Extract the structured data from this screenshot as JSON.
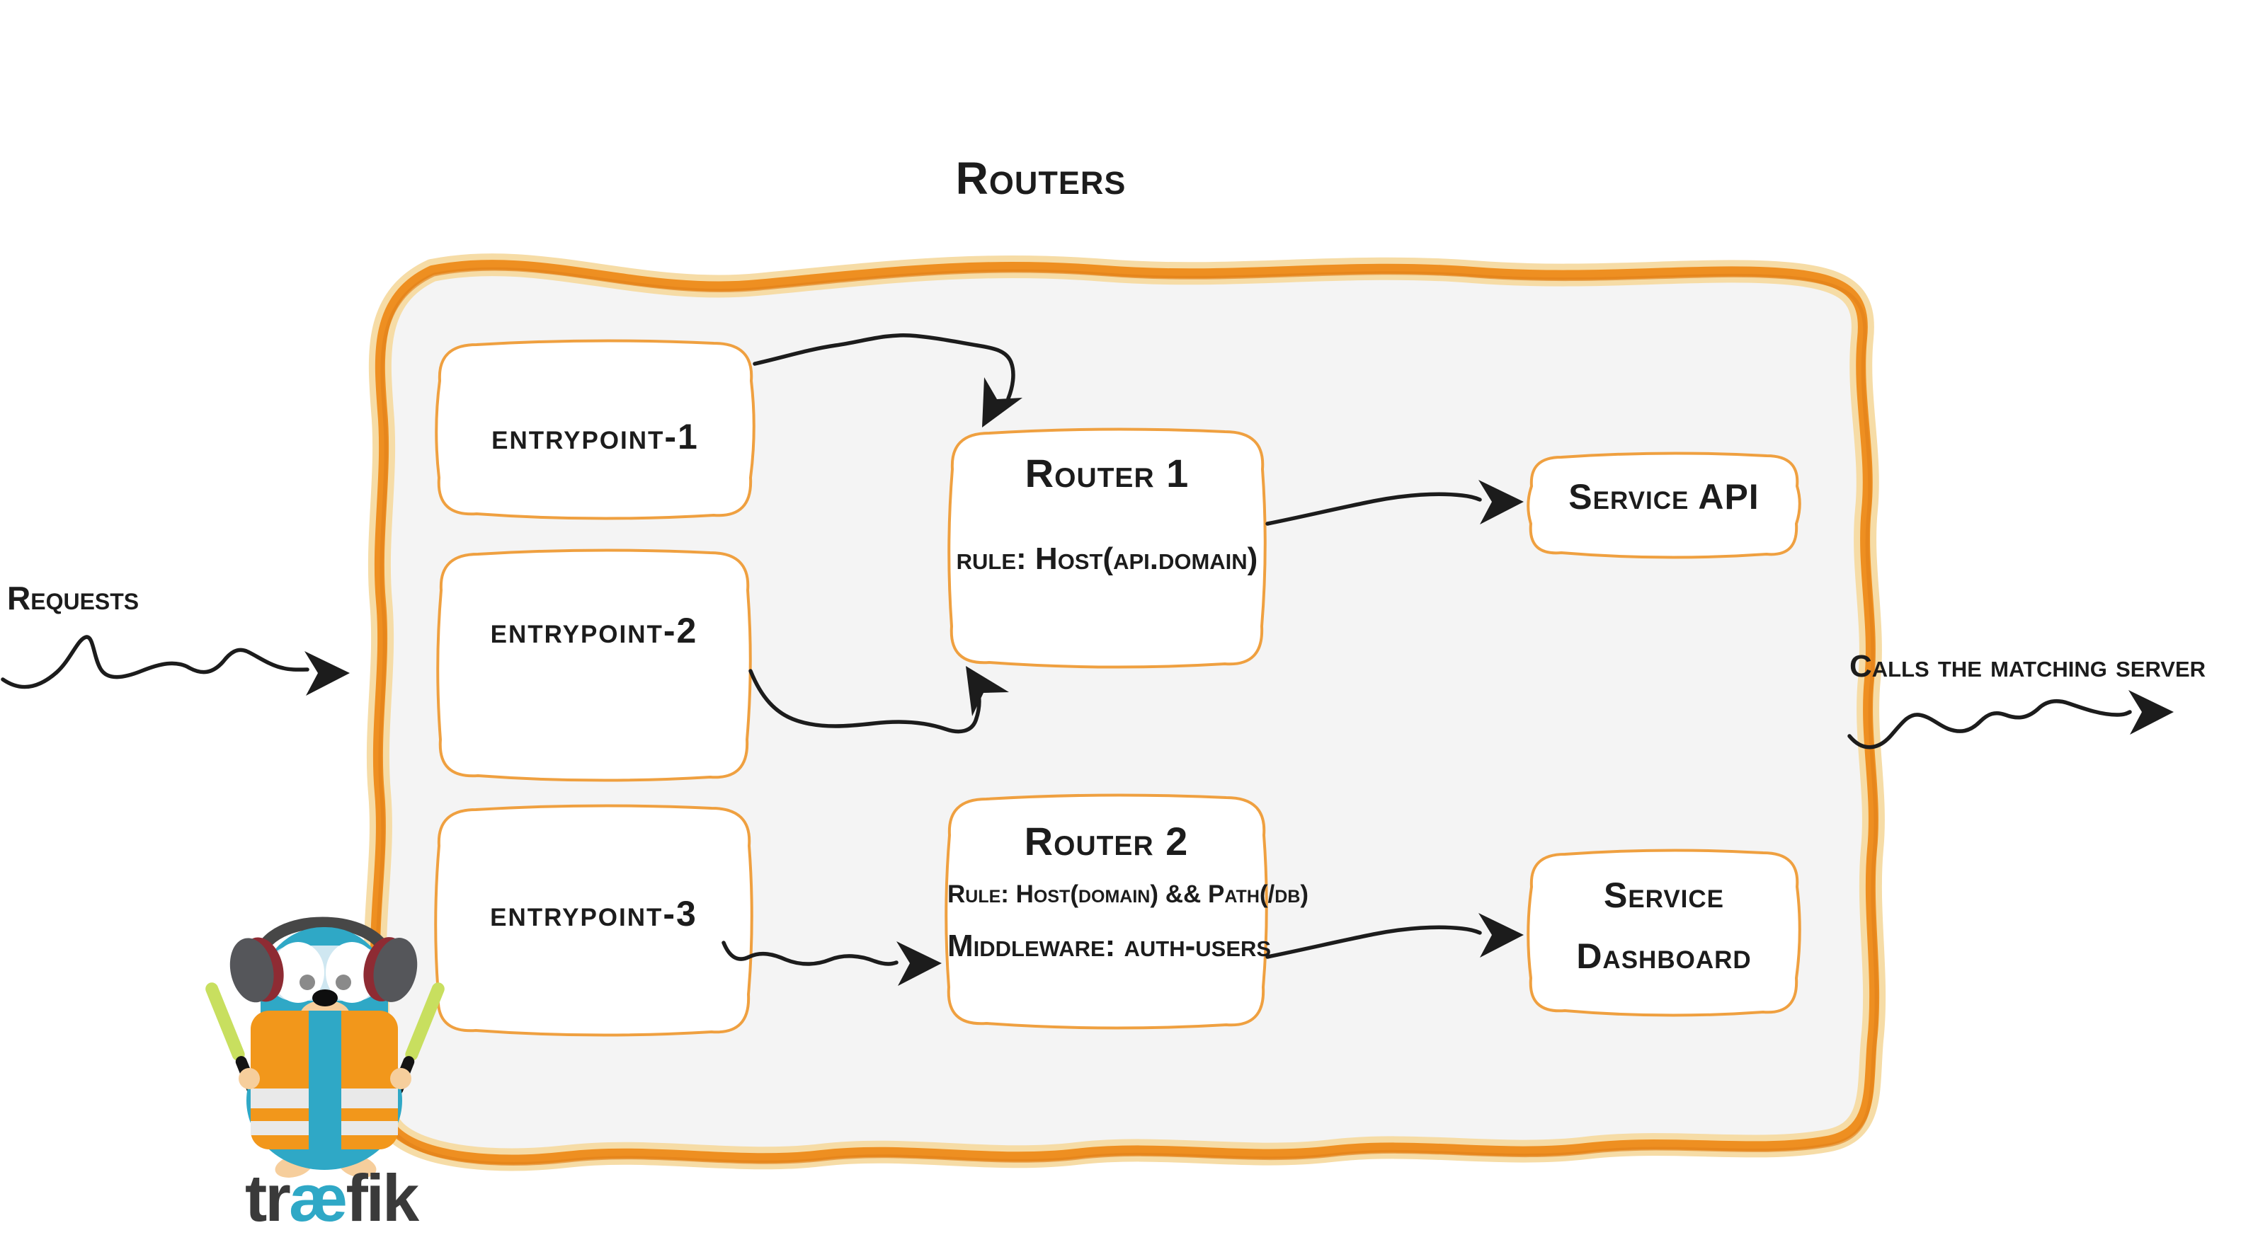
{
  "diagram": {
    "title": "Routers",
    "requests_label": "Requests",
    "calls_label": "Calls the matching server",
    "entrypoints": [
      {
        "label": "entrypoint-1"
      },
      {
        "label": "entrypoint-2"
      },
      {
        "label": "entrypoint-3"
      }
    ],
    "routers": [
      {
        "title": "Router 1",
        "rule": "rule: Host(api.domain)"
      },
      {
        "title": "Router 2",
        "rule": "Rule: Host(domain) && Path(/db)",
        "middleware": "Middleware: auth-users"
      }
    ],
    "services": [
      {
        "lines": [
          "Service API"
        ]
      },
      {
        "lines": [
          "Service",
          "Dashboard"
        ]
      }
    ],
    "logo": {
      "prefix": "tr",
      "ligature": "æ",
      "suffix": "fik"
    },
    "icons": {
      "mascot": "traefik-gopher-mascot"
    },
    "colors": {
      "frame_orange": "#EE8F21",
      "frame_halo": "#F6DCA6",
      "box_border": "#EFA040",
      "frame_fill": "#F4F4F4",
      "ink": "#1C1C1C",
      "teal": "#2FA8C6",
      "vest_orange": "#F2971B",
      "stick_green": "#C8DF5F",
      "logo_dark": "#3A3A3A",
      "headphone_gray": "#55565A",
      "headphone_red": "#8E2B33",
      "skin_tan": "#F6CE9C"
    }
  }
}
